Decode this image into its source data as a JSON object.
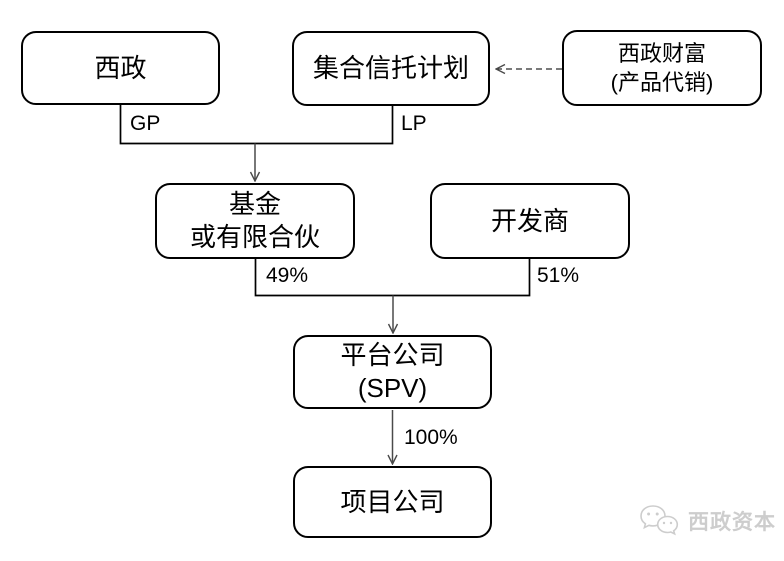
{
  "nodes": {
    "xizheng": {
      "label": "西政"
    },
    "trust": {
      "label": "集合信托计划"
    },
    "wealth": {
      "label": "西政财富",
      "sublabel": "(产品代销)"
    },
    "fund": {
      "label": "基金",
      "sublabel": "或有限合伙"
    },
    "developer": {
      "label": "开发商"
    },
    "spv": {
      "label": "平台公司",
      "sublabel": "(SPV)"
    },
    "project": {
      "label": "项目公司"
    }
  },
  "edge_labels": {
    "gp": "GP",
    "lp": "LP",
    "fund_share": "49%",
    "developer_share": "51%",
    "spv_share": "100%"
  },
  "watermark": {
    "icon": "wechat-icon",
    "text": "西政资本"
  },
  "colors": {
    "box_border": "#000000",
    "box_fill": "#ffffff",
    "elbow_line": "#000000",
    "arrow_line": "#4a4a4a",
    "watermark": "#cdcdcd"
  }
}
